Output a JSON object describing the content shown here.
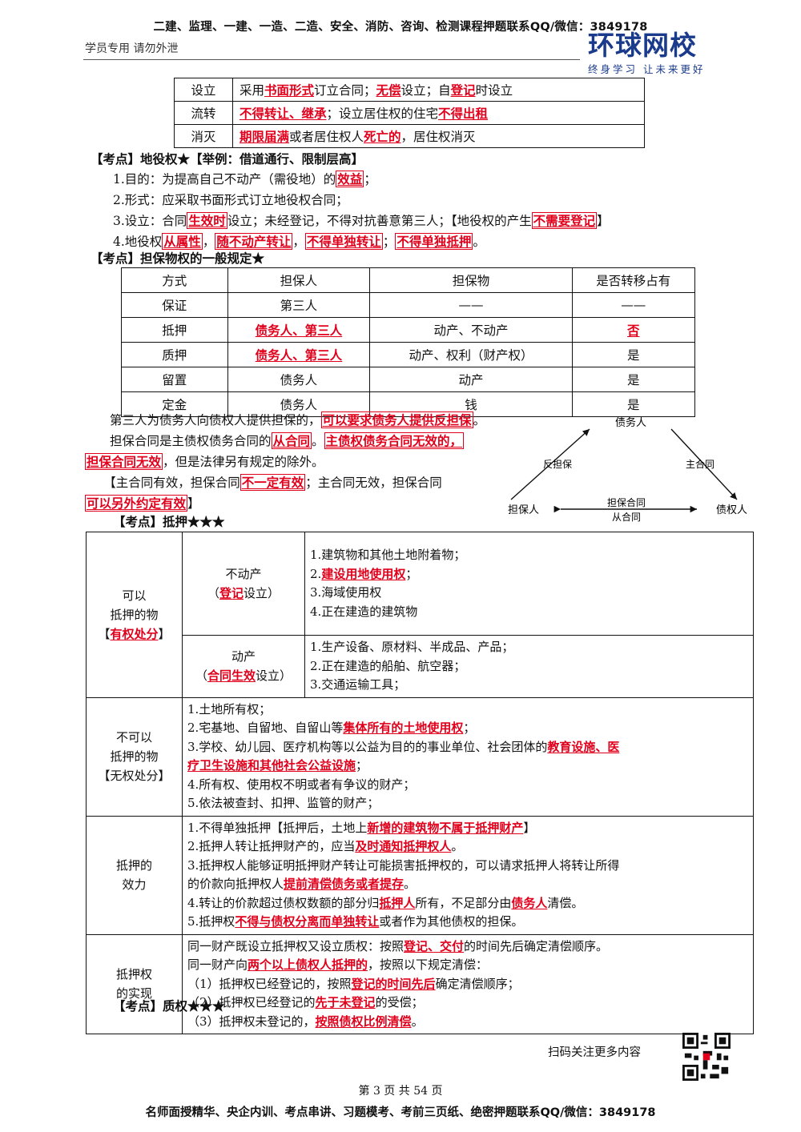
{
  "header": {
    "banner": "二建、监理、一建、一造、二造、安全、消防、咨询、检测课程押题联系QQ/微信：3849178",
    "student_note": "学员专用 请勿外泄",
    "logo": "环球网校",
    "slogan": "终身学习 让未来更好"
  },
  "live_table": [
    {
      "key": "设立",
      "parts": [
        [
          "t",
          "采用"
        ],
        [
          "r",
          "书面形式"
        ],
        [
          "t",
          "订立合同；"
        ],
        [
          "r",
          "无偿"
        ],
        [
          "t",
          "设立；自"
        ],
        [
          "r",
          "登记"
        ],
        [
          "t",
          "时设立"
        ]
      ]
    },
    {
      "key": "流转",
      "parts": [
        [
          "r",
          "不得转让、继承"
        ],
        [
          "t",
          "；设立居住权的住宅"
        ],
        [
          "r",
          "不得出租"
        ]
      ]
    },
    {
      "key": "消灭",
      "parts": [
        [
          "r",
          "期限届满"
        ],
        [
          "t",
          "或者居住权人"
        ],
        [
          "r",
          "死亡的"
        ],
        [
          "t",
          "，居住权消灭"
        ]
      ]
    }
  ],
  "easement": {
    "title": "【考点】地役权★【举例：借道通行、限制层高】",
    "lines": [
      [
        [
          "t",
          "1.目的：为提高自己不动产（需役地）的"
        ],
        [
          "b",
          "效益"
        ],
        [
          "t",
          "；"
        ]
      ],
      [
        [
          "t",
          "2.形式：应采取书面形式订立地役权合同；"
        ]
      ],
      [
        [
          "t",
          "3.设立：合同"
        ],
        [
          "b",
          "生效时"
        ],
        [
          "t",
          "设立；未经登记，不得对抗善意第三人；【地役权的产生"
        ],
        [
          "b",
          "不需要登记"
        ],
        [
          "t",
          "】"
        ]
      ],
      [
        [
          "t",
          "4.地役权"
        ],
        [
          "b",
          "从属性"
        ],
        [
          "t",
          "，"
        ],
        [
          "b",
          "随不动产转让"
        ],
        [
          "t",
          "，"
        ],
        [
          "b",
          "不得单独转让"
        ],
        [
          "t",
          "；"
        ],
        [
          "b",
          "不得单独抵押"
        ],
        [
          "t",
          "。"
        ]
      ]
    ]
  },
  "guarantee": {
    "title": "【考点】担保物权的一般规定★",
    "headers": [
      "方式",
      "担保人",
      "担保物",
      "是否转移占有"
    ],
    "rows": [
      [
        [
          "保证",
          false
        ],
        [
          "第三人",
          false
        ],
        [
          "——",
          false
        ],
        [
          "——",
          false
        ]
      ],
      [
        [
          "抵押",
          false
        ],
        [
          "债务人、第三人",
          true
        ],
        [
          "动产、不动产",
          false
        ],
        [
          "否",
          true
        ]
      ],
      [
        [
          "质押",
          false
        ],
        [
          "债务人、第三人",
          true
        ],
        [
          "动产、权利（财产权）",
          false
        ],
        [
          "是",
          false
        ]
      ],
      [
        [
          "留置",
          false
        ],
        [
          "债务人",
          false
        ],
        [
          "动产",
          false
        ],
        [
          "是",
          false
        ]
      ],
      [
        [
          "定金",
          false
        ],
        [
          "债务人",
          false
        ],
        [
          "钱",
          false
        ],
        [
          "是",
          false
        ]
      ]
    ],
    "paragraphs": [
      [
        [
          "t",
          "　　第三人为债务人向债权人提供担保的，"
        ],
        [
          "b",
          "可以要求债务人提供反担保"
        ],
        [
          "t",
          "。"
        ]
      ],
      [
        [
          "t",
          "　　担保合同是主债权债务合同的"
        ],
        [
          "b",
          "从合同"
        ],
        [
          "t",
          "。"
        ],
        [
          "b",
          "主债权债务合同无效的，"
        ]
      ],
      [
        [
          "b",
          "担保合同无效"
        ],
        [
          "t",
          "，但是法律另有规定的除外。"
        ]
      ],
      [
        [
          "t",
          "　　【主合同有效，担保合同"
        ],
        [
          "b",
          "不一定有效"
        ],
        [
          "t",
          "；主合同无效，担保合同"
        ]
      ],
      [
        [
          "b",
          "可以另外约定有效"
        ],
        [
          "t",
          "】"
        ]
      ]
    ],
    "diagram": {
      "debtor": "债务人",
      "guarantor": "担保人",
      "creditor": "债权人",
      "counter": "反担保",
      "main_contract": "主合同",
      "guarantee_contract": "担保合同",
      "sub_contract": "从合同"
    }
  },
  "mortgage": {
    "title": "【考点】抵押★★★",
    "can_label": "可以\n抵押的物",
    "can_label2": "有权处分",
    "immovable_label": "不动产",
    "immovable_sub": [
      [
        "t",
        "（"
      ],
      [
        "r",
        "登记"
      ],
      [
        "t",
        "设立）"
      ]
    ],
    "immovable_items": [
      [
        [
          "t",
          "1.建筑物和其他土地附着物；"
        ]
      ],
      [
        [
          "t",
          "2."
        ],
        [
          "r",
          "建设用地使用权"
        ],
        [
          "t",
          "；"
        ]
      ],
      [
        [
          "t",
          "3.海域使用权"
        ]
      ],
      [
        [
          "t",
          "4.正在建造的建筑物"
        ]
      ]
    ],
    "movable_label": "动产",
    "movable_sub": [
      [
        "t",
        "（"
      ],
      [
        "r",
        "合同生效"
      ],
      [
        "t",
        "设立）"
      ]
    ],
    "movable_items": [
      [
        [
          "t",
          "1.生产设备、原材料、半成品、产品；"
        ]
      ],
      [
        [
          "t",
          "2.正在建造的船舶、航空器；"
        ]
      ],
      [
        [
          "t",
          "3.交通运输工具；"
        ]
      ]
    ],
    "cannot_label": "不可以\n抵押的物\n【无权处分】",
    "cannot_items": [
      [
        [
          "t",
          "1.土地所有权；"
        ]
      ],
      [
        [
          "t",
          "2.宅基地、自留地、自留山等"
        ],
        [
          "r",
          "集体所有的土地使用权"
        ],
        [
          "t",
          "；"
        ]
      ],
      [
        [
          "t",
          "3.学校、幼儿园、医疗机构等以公益为目的的事业单位、社会团体的"
        ],
        [
          "r",
          "教育设施、医"
        ]
      ],
      [
        [
          "r",
          "疗卫生设施和其他社会公益设施"
        ],
        [
          "t",
          "；"
        ]
      ],
      [
        [
          "t",
          "4.所有权、使用权不明或者有争议的财产；"
        ]
      ],
      [
        [
          "t",
          "5.依法被查封、扣押、监管的财产；"
        ]
      ]
    ],
    "effect_label": "抵押的\n效力",
    "effect_items": [
      [
        [
          "t",
          "1.不得单独抵押【抵押后，土地上"
        ],
        [
          "r",
          "新增的建筑物不属于抵押财产"
        ],
        [
          "t",
          "】"
        ]
      ],
      [
        [
          "t",
          "2.抵押人转让抵押财产的，应当"
        ],
        [
          "r",
          "及时通知抵押权人"
        ],
        [
          "t",
          "。"
        ]
      ],
      [
        [
          "t",
          "3.抵押权人能够证明抵押财产转让可能损害抵押权的，可以请求抵押人将转让所得"
        ]
      ],
      [
        [
          "t",
          "的价款向抵押权人"
        ],
        [
          "r",
          "提前清偿债务或者提存"
        ],
        [
          "t",
          "。"
        ]
      ],
      [
        [
          "t",
          "4.转让的价款超过债权数额的部分归"
        ],
        [
          "r",
          "抵押人"
        ],
        [
          "t",
          "所有，不足部分由"
        ],
        [
          "r",
          "债务人"
        ],
        [
          "t",
          "清偿。"
        ]
      ],
      [
        [
          "t",
          "5.抵押权"
        ],
        [
          "r",
          "不得与债权分离而单独转让"
        ],
        [
          "t",
          "或者作为其他债权的担保。"
        ]
      ]
    ],
    "realize_label": "抵押权\n的实现",
    "realize_items": [
      [
        [
          "t",
          "同一财产既设立抵押权又设立质权：按照"
        ],
        [
          "r",
          "登记、交付"
        ],
        [
          "t",
          "的时间先后确定清偿顺序。"
        ]
      ],
      [
        [
          "t",
          "同一财产向"
        ],
        [
          "r",
          "两个以上债权人抵押的"
        ],
        [
          "t",
          "，按照以下规定清偿："
        ]
      ],
      [
        [
          "t",
          "（1）抵押权已经登记的，按照"
        ],
        [
          "r",
          "登记的时间先后"
        ],
        [
          "t",
          "确定清偿顺序；"
        ]
      ],
      [
        [
          "t",
          "（2）抵押权已经登记的"
        ],
        [
          "r",
          "先于未登记"
        ],
        [
          "t",
          "的受偿；"
        ]
      ],
      [
        [
          "t",
          "（3）抵押权未登记的，"
        ],
        [
          "r",
          "按照债权比例清偿"
        ],
        [
          "t",
          "。"
        ]
      ]
    ]
  },
  "pledge_title": "【考点】质权★★★",
  "footer": {
    "scan": "扫码关注更多内容",
    "page": "第 3 页 共 54 页",
    "banner": "名师面授精华、央企内训、考点串讲、习题模考、考前三页纸、绝密押题联系QQ/微信：3849178"
  },
  "colors": {
    "emphasis": "#e0001b",
    "logo": "#1a3a8c"
  }
}
